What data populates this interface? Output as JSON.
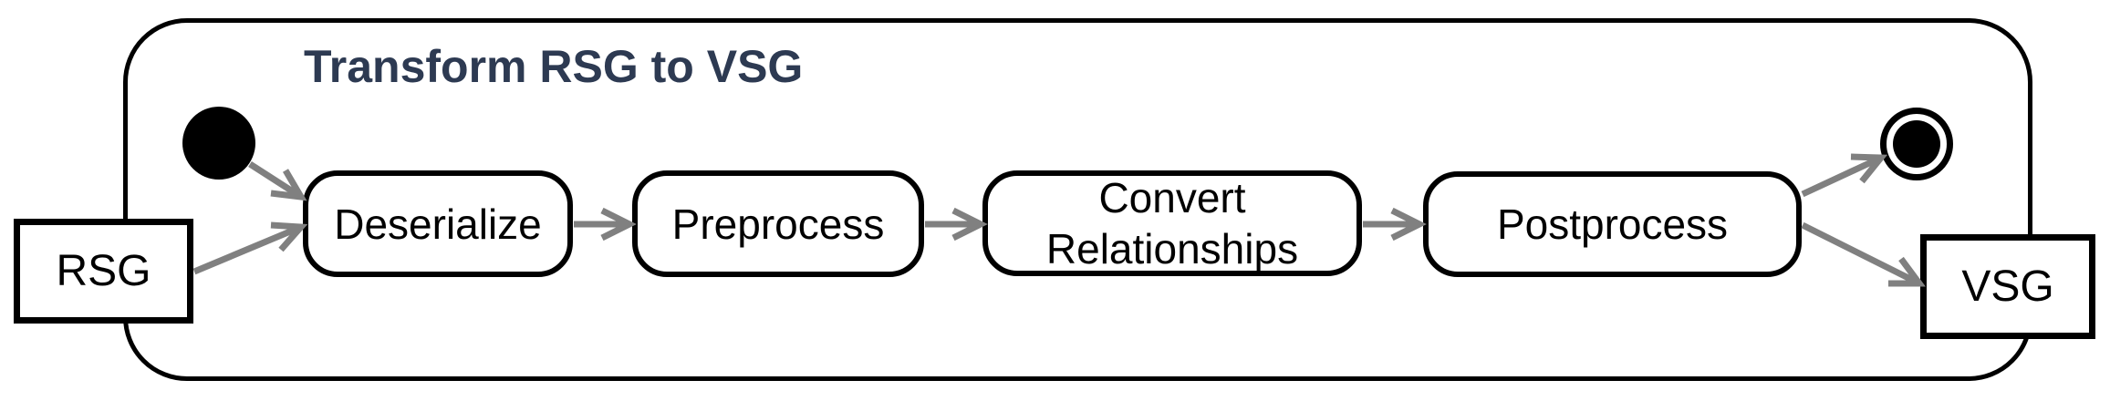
{
  "diagram": {
    "type": "uml-activity-diagram",
    "title": "Transform RSG to VSG",
    "colors": {
      "title_text": "#2d3a52",
      "node_border": "#000000",
      "node_fill": "#ffffff",
      "edge": "#808080"
    },
    "nodes": {
      "initial": {
        "kind": "initial-state"
      },
      "final": {
        "kind": "final-state"
      },
      "rsg": {
        "kind": "object",
        "label": "RSG"
      },
      "vsg": {
        "kind": "object",
        "label": "VSG"
      },
      "deserialize": {
        "kind": "action",
        "label": "Deserialize"
      },
      "preprocess": {
        "kind": "action",
        "label": "Preprocess"
      },
      "convert": {
        "kind": "action",
        "label": "Convert Relationships",
        "lines": [
          "Convert",
          "Relationships"
        ]
      },
      "postprocess": {
        "kind": "action",
        "label": "Postprocess"
      }
    },
    "edges": [
      {
        "from": "initial",
        "to": "deserialize"
      },
      {
        "from": "rsg",
        "to": "deserialize"
      },
      {
        "from": "deserialize",
        "to": "preprocess"
      },
      {
        "from": "preprocess",
        "to": "convert"
      },
      {
        "from": "convert",
        "to": "postprocess"
      },
      {
        "from": "postprocess",
        "to": "final"
      },
      {
        "from": "postprocess",
        "to": "vsg"
      }
    ]
  }
}
